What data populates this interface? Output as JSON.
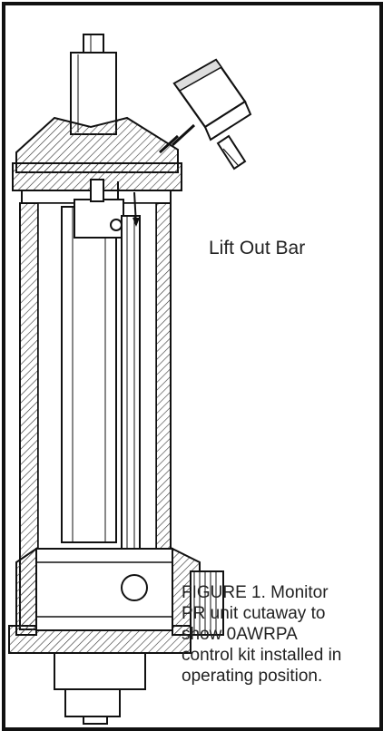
{
  "figure": {
    "callout_label": "Lift Out Bar",
    "caption_lines": [
      "FIGURE 1. Monitor",
      "PR unit cutaway to",
      "show 0AWRPA",
      "control kit installed in",
      "operating position."
    ]
  },
  "colors": {
    "ink": "#111111",
    "hatch": "#333333",
    "background": "#ffffff"
  }
}
